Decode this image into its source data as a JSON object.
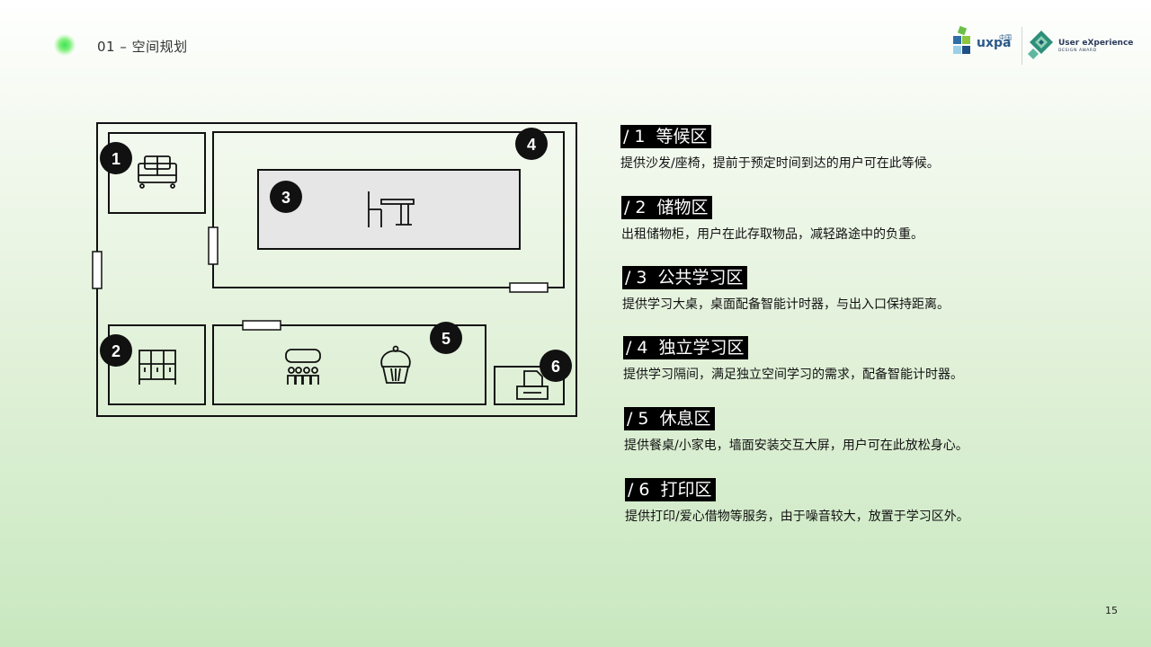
{
  "header": {
    "section_title": "01 – 空间规划",
    "uxpa_logo_text": "uxpa",
    "uxpa_logo_cn": "中国",
    "award_title": "User eXperience",
    "award_subtitle": "DESIGN AWARD"
  },
  "floor_plan": {
    "zones": [
      {
        "number": "1",
        "icon": "sofa-icon"
      },
      {
        "number": "2",
        "icon": "locker-icon"
      },
      {
        "number": "3",
        "icon": "desk-chair-icon"
      },
      {
        "number": "4",
        "icon": ""
      },
      {
        "number": "5",
        "icon": "dining-table-icon"
      },
      {
        "number": "6",
        "icon": "printer-icon"
      }
    ],
    "extra_icons": [
      "cupcake-icon"
    ]
  },
  "legend": [
    {
      "prefix": "/",
      "number": "1",
      "title": "等候区",
      "description": "提供沙发/座椅，提前于预定时间到达的用户可在此等候。"
    },
    {
      "prefix": "/",
      "number": "2",
      "title": "储物区",
      "description": "出租储物柜，用户在此存取物品，减轻路途中的负重。"
    },
    {
      "prefix": "/",
      "number": "3",
      "title": "公共学习区",
      "description": "提供学习大桌，桌面配备智能计时器，与出入口保持距离。"
    },
    {
      "prefix": "/",
      "number": "4",
      "title": "独立学习区",
      "description": "提供学习隔间，满足独立空间学习的需求，配备智能计时器。"
    },
    {
      "prefix": "/",
      "number": "5",
      "title": "休息区",
      "description": "提供餐桌/小家电，墙面安装交互大屏，用户可在此放松身心。"
    },
    {
      "prefix": "/",
      "number": "6",
      "title": "打印区",
      "description": "提供打印/爱心借物等服务，由于噪音较大，放置于学习区外。"
    }
  ],
  "footer": {
    "page_number": "15"
  },
  "colors": {
    "accent": "#3ee35a",
    "ink": "#111111",
    "table_fill": "#e6e6e6"
  }
}
